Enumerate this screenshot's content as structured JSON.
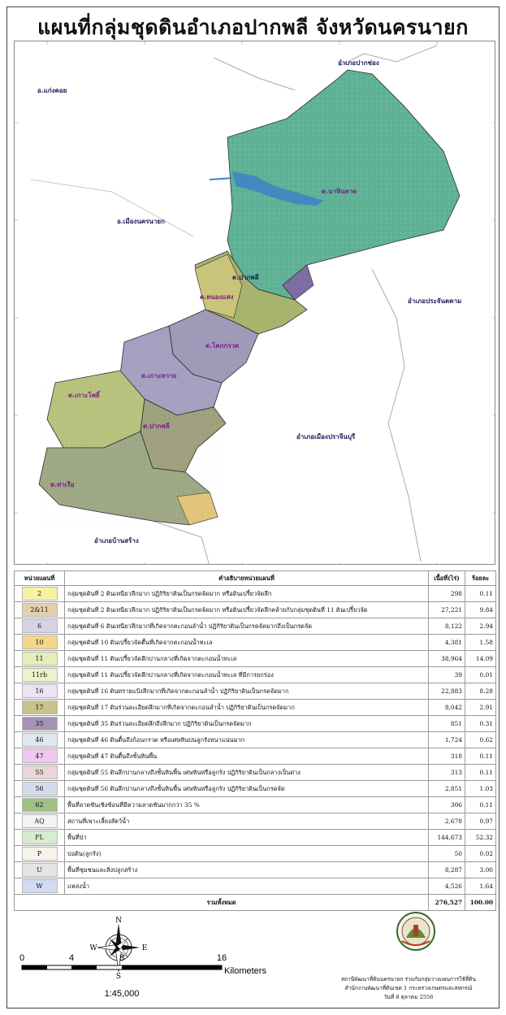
{
  "title": "แผนที่กลุ่มชุดดินอำเภอปากพลี จังหวัดนครนายก",
  "map": {
    "district_labels": [
      {
        "name": "อำเภอปากช่อง",
        "color": "navy"
      },
      {
        "name": "อ.แก่งคอย",
        "color": "navy"
      },
      {
        "name": "อ.เมืองนครนายก",
        "color": "navy"
      },
      {
        "name": "อำเภอประจันตคาม",
        "color": "navy"
      },
      {
        "name": "อำเภอเมืองปราจีนบุรี",
        "color": "navy"
      },
      {
        "name": "อำเภอบ้านสร้าง",
        "color": "navy"
      }
    ],
    "subdistrict_labels": [
      {
        "name": "ต.นาหินลาด",
        "color": "purple"
      },
      {
        "name": "ต.ปากพลี",
        "color": "navy"
      },
      {
        "name": "ต.หนองแสง",
        "color": "purple"
      },
      {
        "name": "ต.โคกกรวด",
        "color": "purple"
      },
      {
        "name": "ต.เกาะหวาย",
        "color": "purple"
      },
      {
        "name": "ต.เกาะโพธิ์",
        "color": "purple"
      },
      {
        "name": "ต.ปากพลี",
        "color": "purple"
      },
      {
        "name": "ต.ท่าเรือ",
        "color": "purple"
      }
    ]
  },
  "legend": {
    "headers": {
      "unit": "หน่วยแผนที่",
      "description": "คำอธิบายหน่วยแผนที่",
      "area": "เนื้อที่(ไร่)",
      "percent": "ร้อยละ"
    },
    "rows": [
      {
        "code": "2",
        "color": "#f6f2a2",
        "description": "กลุ่มชุดดินที่ 2 ดินเหนียวลึกมาก ปฏิกิริยาดินเป็นกรดจัดมาก หรือดินเปรี้ยวจัดลึก",
        "area": "298",
        "percent": "0.11"
      },
      {
        "code": "2&11",
        "color": "#e6cfae",
        "description": "กลุ่มชุดดินที่ 2 ดินเหนียวลึกมาก ปฏิกิริยาดินเป็นกรดจัดมาก หรือดินเปรี้ยวจัดลึกคล้ายกับกลุ่มชุดดินที่ 11 ดินเปรี้ยวจัด",
        "area": "27,221",
        "percent": "9.84"
      },
      {
        "code": "6",
        "color": "#d8d2e6",
        "description": "กลุ่มชุดดินที่ 6 ดินเหนียวลึกมากที่เกิดจากตะกอนลำน้ำ ปฏิกิริยาดินเป็นกรดจัดมากถึงเป็นกรดจัด",
        "area": "8,122",
        "percent": "2.94"
      },
      {
        "code": "10",
        "color": "#f5d58c",
        "description": "กลุ่มชุดดินที่ 10 ดินเปรี้ยวจัดตื้นที่เกิดจากตะกอนน้ำทะเล",
        "area": "4,381",
        "percent": "1.58"
      },
      {
        "code": "11",
        "color": "#e3eeb8",
        "description": "กลุ่มชุดดินที่ 11 ดินเปรี้ยวจัดลึกปานกลางที่เกิดจากตะกอนน้ำทะเล",
        "area": "38,964",
        "percent": "14.09"
      },
      {
        "code": "11rb",
        "color": "#edf3cc",
        "description": "กลุ่มชุดดินที่ 11 ดินเปรี้ยวจัดลึกปานกลางที่เกิดจากตะกอนน้ำทะเล ที่มีการยกร่อง",
        "area": "39",
        "percent": "0.01"
      },
      {
        "code": "16",
        "color": "#ece4f2",
        "description": "กลุ่มชุดดินที่ 16 ดินทรายแป้งลึกมากที่เกิดจากตะกอนลำน้ำ ปฏิกิริยาดินเป็นกรดจัดมาก",
        "area": "22,883",
        "percent": "8.28"
      },
      {
        "code": "17",
        "color": "#c9c28a",
        "description": "กลุ่มชุดดินที่ 17 ดินร่วนละเอียดลึกมากที่เกิดจากตะกอนลำน้ำ ปฏิกิริยาดินเป็นกรดจัดมาก",
        "area": "8,042",
        "percent": "2.91"
      },
      {
        "code": "35",
        "color": "#a493b5",
        "description": "กลุ่มชุดดินที่ 35 ดินร่วนละเอียดลึกถึงลึกมาก ปฏิกิริยาดินเป็นกรดจัดมาก",
        "area": "851",
        "percent": "0.31"
      },
      {
        "code": "46",
        "color": "#dfe7ef",
        "description": "กลุ่มชุดดินที่ 46 ดินตื้นถึงก้อนกรวด หรือเศษหินปนลูกรังหนาแน่นมาก",
        "area": "1,724",
        "percent": "0.62"
      },
      {
        "code": "47",
        "color": "#f0c6f2",
        "description": "กลุ่มชุดดินที่ 47 ดินตื้นถึงชั้นหินพื้น",
        "area": "318",
        "percent": "0.11"
      },
      {
        "code": "55",
        "color": "#ead6d6",
        "description": "กลุ่มชุดดินที่ 55 ดินลึกปานกลางถึงชั้นหินพื้น เศษหินหรือลูกรัง ปฏิกิริยาดินเป็นกลางเป็นด่าง",
        "area": "313",
        "percent": "0.11"
      },
      {
        "code": "56",
        "color": "#d5dbeb",
        "description": "กลุ่มชุดดินที่ 56 ดินลึกปานกลางถึงชั้นหินพื้น เศษหินหรือลูกรัง ปฏิกิริยาดินเป็นกรดจัด",
        "area": "2,851",
        "percent": "1.03"
      },
      {
        "code": "62",
        "color": "#9fbf83",
        "description": "พื้นที่ลาดชันเชิงซ้อนที่มีความลาดชันมากกว่า 35 %",
        "area": "306",
        "percent": "0.11"
      },
      {
        "code": "AQ",
        "color": "#f3f3f3",
        "description": "สถานที่เพาะเลี้ยงสัตว์น้ำ",
        "area": "2,678",
        "percent": "0.97"
      },
      {
        "code": "FL",
        "color": "#d6ecd0",
        "description": "พื้นที่ป่า",
        "area": "144,673",
        "percent": "52.32"
      },
      {
        "code": "P",
        "color": "#f7f3ea",
        "description": "บ่อดิน(ลูกรัง)",
        "area": "50",
        "percent": "0.02"
      },
      {
        "code": "U",
        "color": "#e4e4e4",
        "description": "พื้นที่ชุมชนและสิ่งปลูกสร้าง",
        "area": "8,287",
        "percent": "3.00"
      },
      {
        "code": "W",
        "color": "#cfdcf2",
        "description": "แหล่งน้ำ",
        "area": "4,526",
        "percent": "1.64"
      }
    ],
    "total": {
      "label": "รวมทั้งหมด",
      "area": "276,527",
      "percent": "100.00"
    }
  },
  "compass": {
    "n": "N",
    "s": "S",
    "e": "E",
    "w": "W"
  },
  "scale": {
    "ticks": [
      "0",
      "4",
      "8",
      "16"
    ],
    "unit": "Kilometers",
    "ratio": "1:45,000"
  },
  "credits": {
    "line1": "สถานีพัฒนาที่ดินนครนายก ร่วมกับกลุ่มวางแผนการใช้ที่ดิน",
    "line2": "สำนักงานพัฒนาที่ดินเขต 1 กระทรวงเกษตรและสหกรณ์",
    "line3": "วันที่ 8 ตุลาคม 2556"
  }
}
